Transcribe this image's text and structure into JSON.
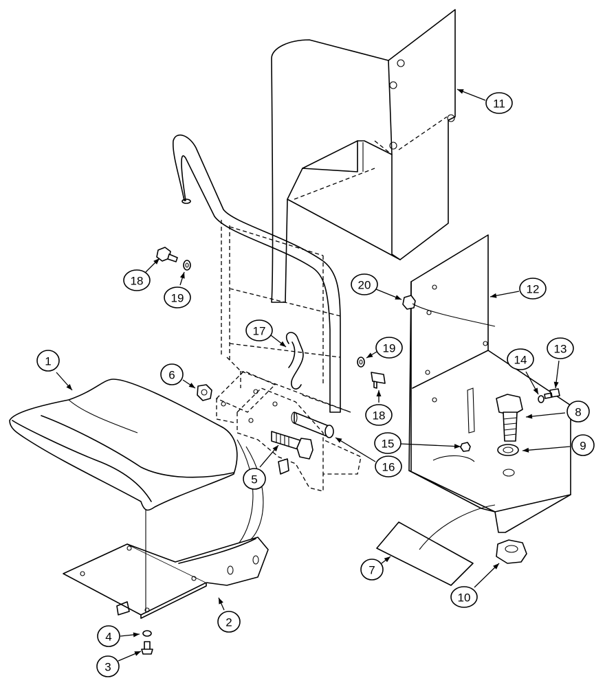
{
  "callouts": [
    {
      "id": "c1",
      "label": "1"
    },
    {
      "id": "c2",
      "label": "2"
    },
    {
      "id": "c3",
      "label": "3"
    },
    {
      "id": "c4",
      "label": "4"
    },
    {
      "id": "c5",
      "label": "5"
    },
    {
      "id": "c6",
      "label": "6"
    },
    {
      "id": "c7",
      "label": "7"
    },
    {
      "id": "c8",
      "label": "8"
    },
    {
      "id": "c9",
      "label": "9"
    },
    {
      "id": "c10",
      "label": "10"
    },
    {
      "id": "c11",
      "label": "11"
    },
    {
      "id": "c12",
      "label": "12"
    },
    {
      "id": "c13",
      "label": "13"
    },
    {
      "id": "c14",
      "label": "14"
    },
    {
      "id": "c15",
      "label": "15"
    },
    {
      "id": "c16",
      "label": "16"
    },
    {
      "id": "c17",
      "label": "17"
    },
    {
      "id": "c18a",
      "label": "18"
    },
    {
      "id": "c18b",
      "label": "18"
    },
    {
      "id": "c19a",
      "label": "19"
    },
    {
      "id": "c19b",
      "label": "19"
    },
    {
      "id": "c20",
      "label": "20"
    }
  ]
}
